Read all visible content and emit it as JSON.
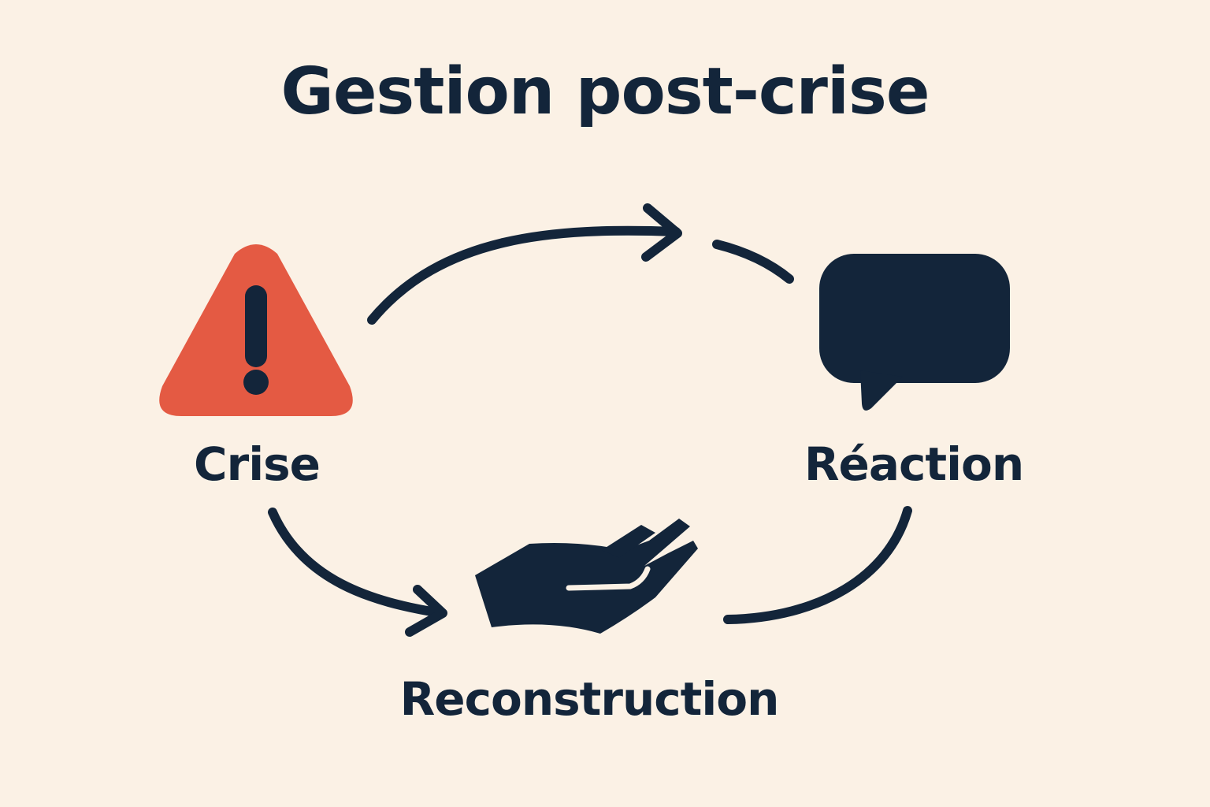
{
  "title": "Gestion post-crise",
  "colors": {
    "background": "#fbf1e5",
    "text": "#13253a",
    "icon_dark": "#13253a",
    "alert": "#e45a43"
  },
  "nodes": {
    "crisis": {
      "label": "Crise",
      "icon": "warning-triangle-icon"
    },
    "reaction": {
      "label": "Réaction",
      "icon": "speech-bubble-icon"
    },
    "reconstruction": {
      "label": "Reconstruction",
      "icon": "open-hand-icon"
    }
  }
}
